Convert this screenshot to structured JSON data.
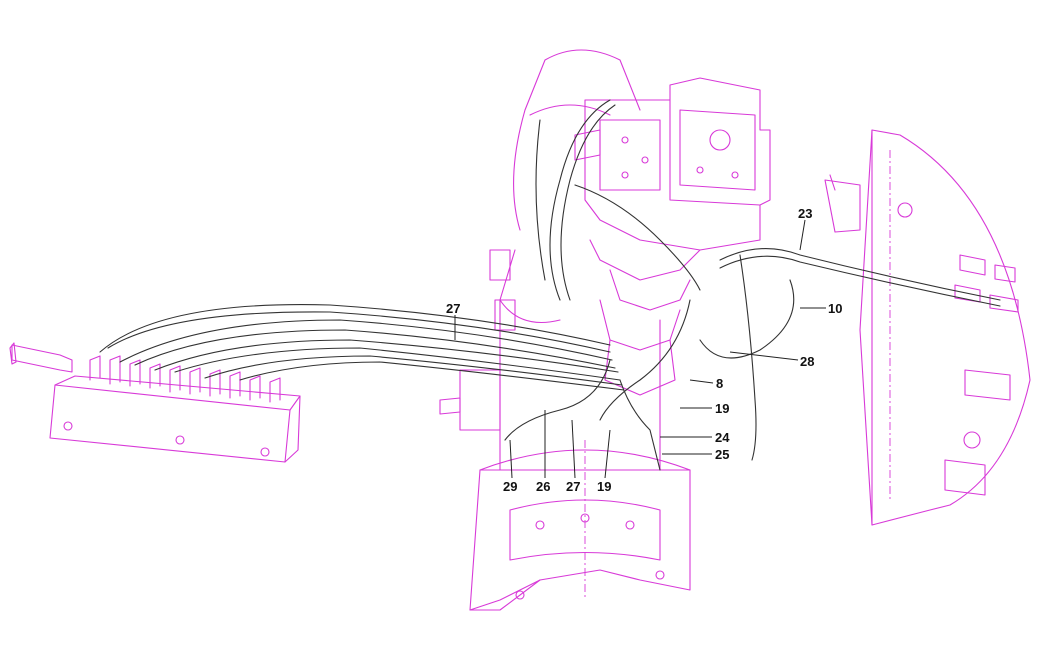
{
  "callouts": [
    {
      "id": "c23",
      "text": "23"
    },
    {
      "id": "c10",
      "text": "10"
    },
    {
      "id": "c27a",
      "text": "27"
    },
    {
      "id": "c28",
      "text": "28"
    },
    {
      "id": "c8",
      "text": "8"
    },
    {
      "id": "c19a",
      "text": "19"
    },
    {
      "id": "c24",
      "text": "24"
    },
    {
      "id": "c25",
      "text": "25"
    },
    {
      "id": "c29",
      "text": "29"
    },
    {
      "id": "c26",
      "text": "26"
    },
    {
      "id": "c27b",
      "text": "27"
    },
    {
      "id": "c19b",
      "text": "19"
    }
  ],
  "colors": {
    "outline": "#d83ad8",
    "hose": "#333333",
    "label": "#111111"
  }
}
